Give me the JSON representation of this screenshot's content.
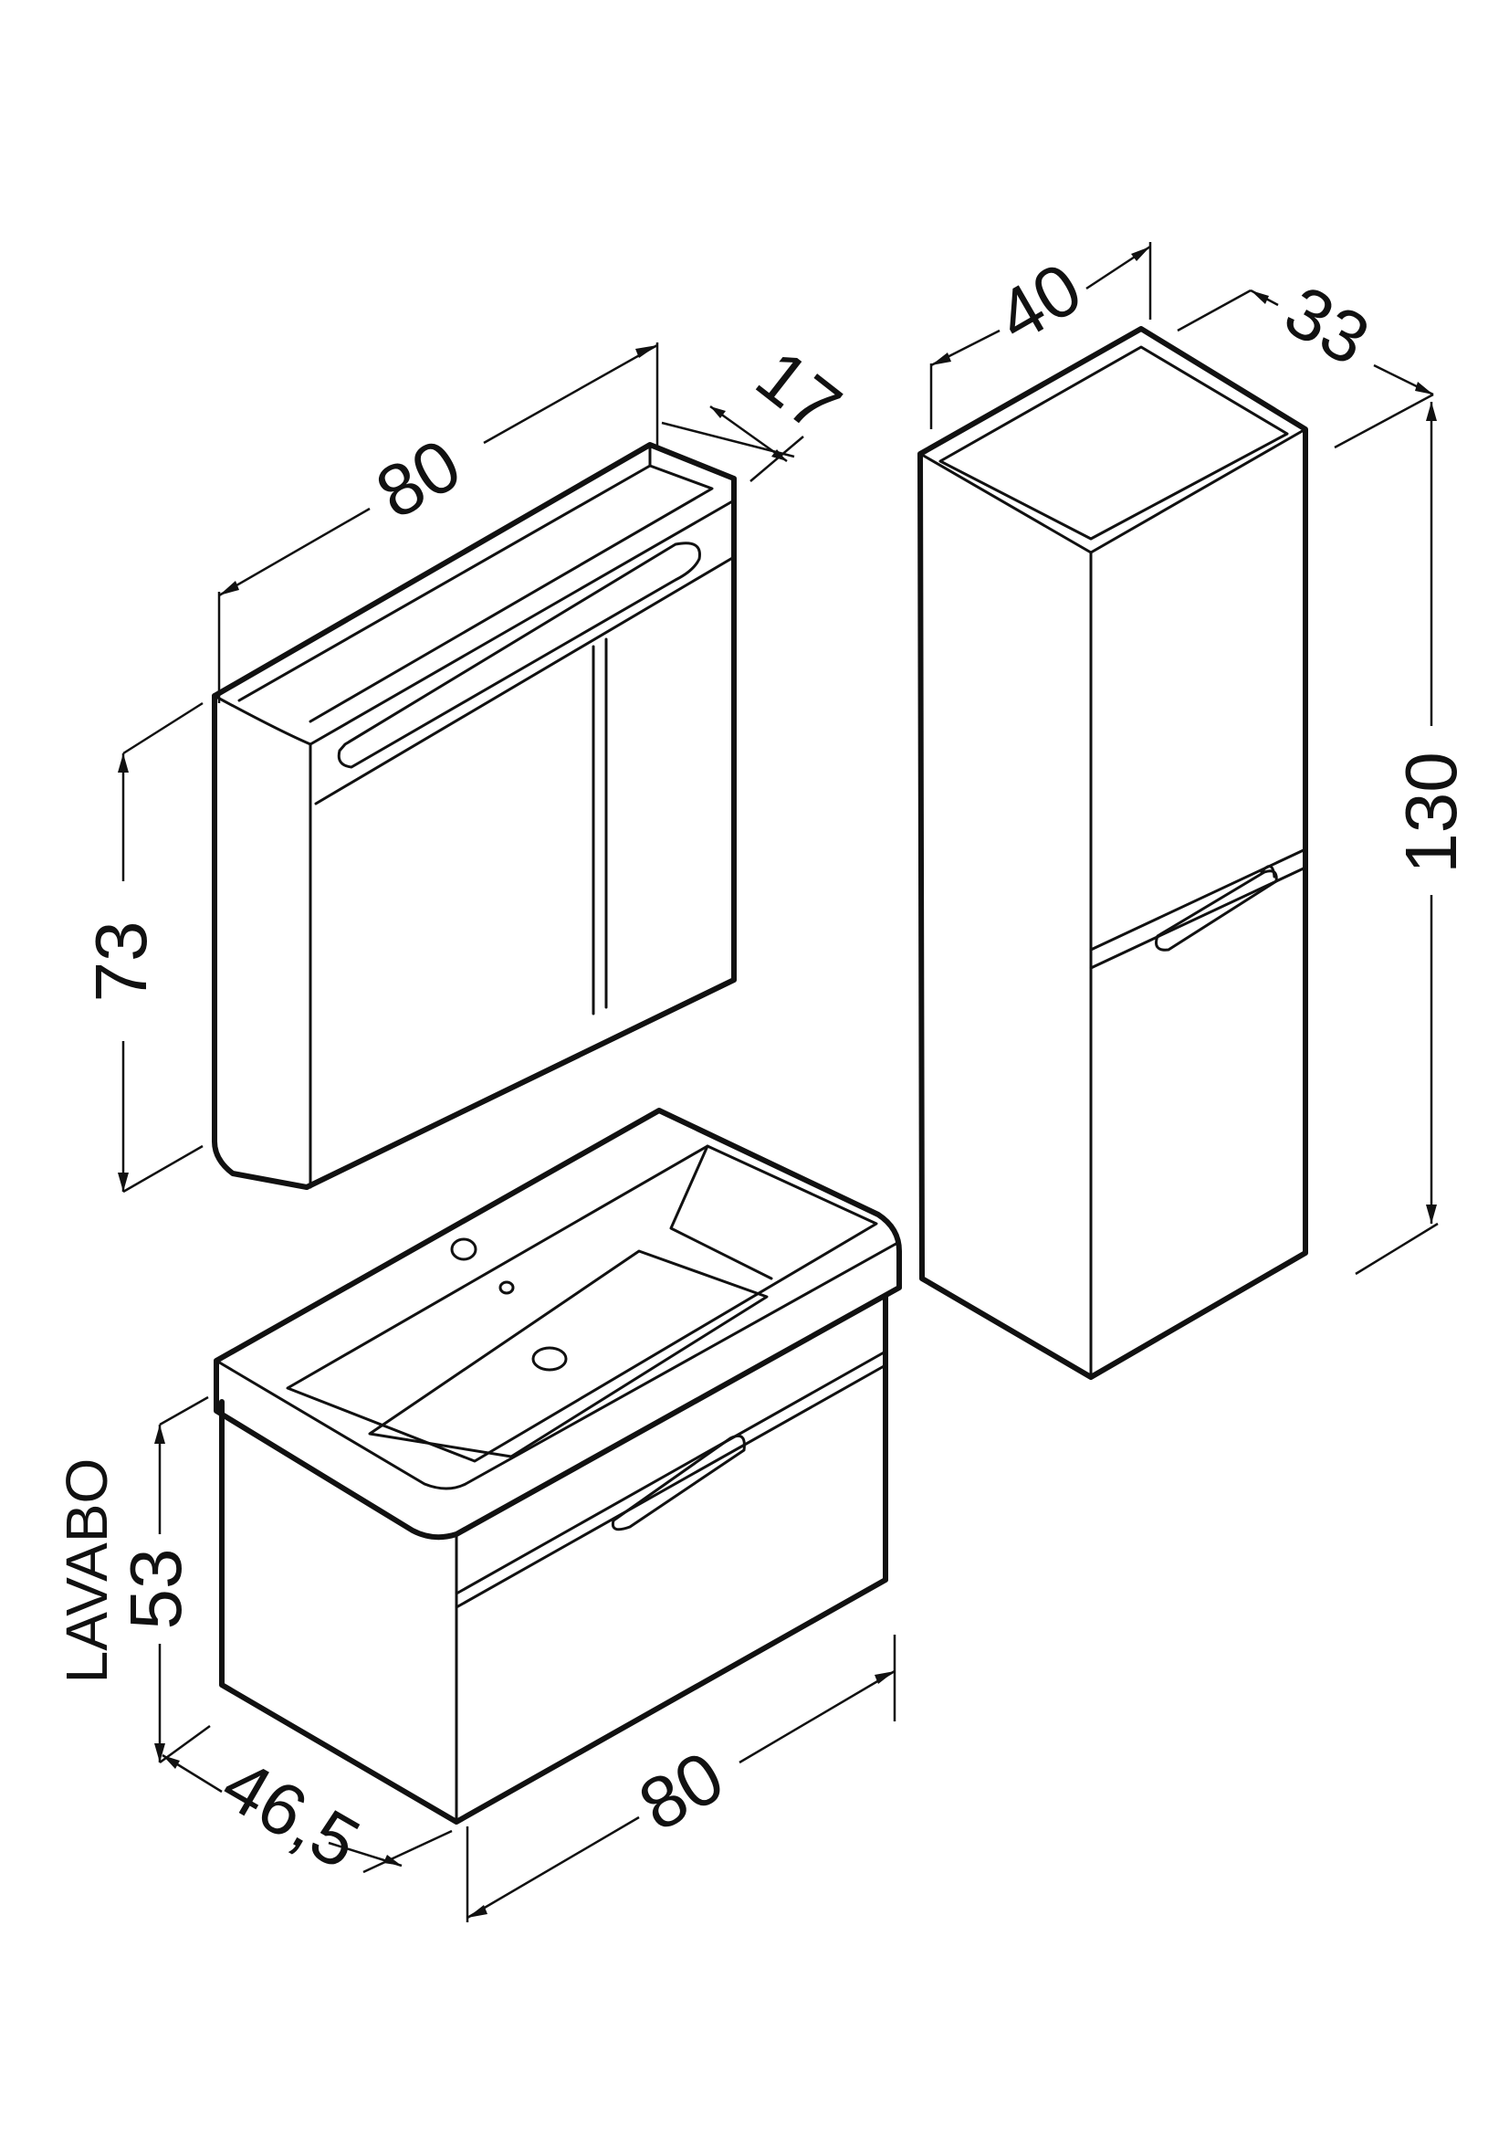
{
  "dimensions": {
    "mirror_width": "80",
    "mirror_depth": "17",
    "mirror_height": "73",
    "column_width": "40",
    "column_depth": "33",
    "column_height": "130",
    "basin_height": "53",
    "basin_depth": "46,5",
    "basin_width": "80"
  },
  "labels": {
    "basin_label": "LAVABO"
  }
}
